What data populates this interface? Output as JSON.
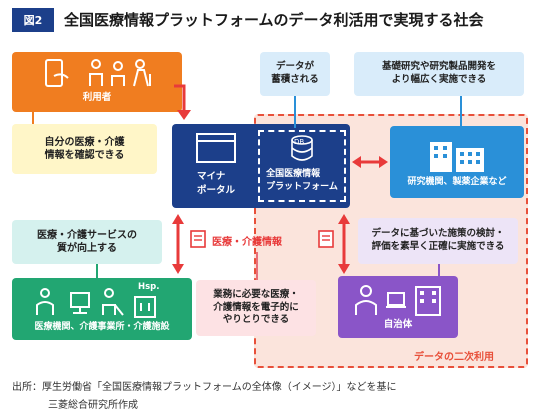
{
  "header": {
    "badge": "図2",
    "title": "全国医療情報プラットフォームのデータ利活用で実現する社会"
  },
  "nodes": {
    "users": {
      "label": "利用者"
    },
    "user_note": {
      "text": "自分の医療・介護\n情報を確認できる"
    },
    "mynaportal": {
      "label": "マイナ\nポータル"
    },
    "platform": {
      "db": "DB",
      "label": "全国医療情報\nプラットフォーム"
    },
    "data_accum": {
      "text": "データが\n蓄積される"
    },
    "research_note": {
      "text": "基礎研究や研究製品開発を\nより幅広く実施できる"
    },
    "research": {
      "label": "研究機関、製薬企業など"
    },
    "care_note": {
      "text": "医療・介護サービスの\n質が向上する"
    },
    "medinfo": {
      "label": "医療・介護情報"
    },
    "care": {
      "hsp": "Hsp.",
      "label": "医療機関、介護事業所・介護施設"
    },
    "exchange_note": {
      "text": "業務に必要な医療・\n介護情報を電子的に\nやりとりできる"
    },
    "policy_note": {
      "text": "データに基づいた施策の検討・\n評価を素早く正確に実施できる"
    },
    "municipality": {
      "label": "自治体"
    },
    "secondary_use": {
      "label": "データの二次利用"
    }
  },
  "source": {
    "line1": "出所：厚生労働省「全国医療情報プラットフォームの全体像（イメージ）」などを基に",
    "line2": "三菱総合研究所作成"
  },
  "colors": {
    "navy": "#1c3f8a",
    "orange": "#f07d20",
    "green": "#22a672",
    "sky": "#2a90d8",
    "purple": "#8a55c8",
    "red": "#e83a3a"
  }
}
